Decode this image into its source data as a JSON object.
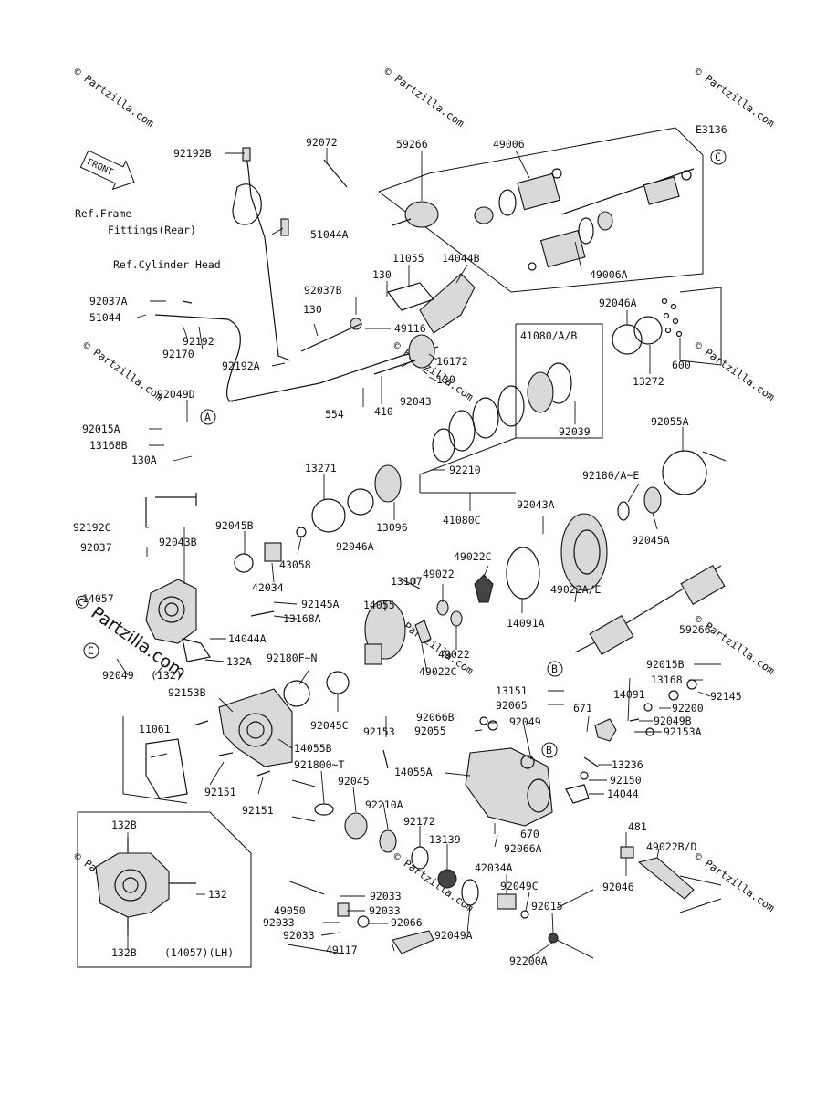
{
  "diagram_id": "E3136",
  "front_label": "FRONT",
  "watermark": "© Partzilla.com",
  "callout_circles": [
    "C",
    "A",
    "C",
    "B",
    "B"
  ],
  "ref_labels": {
    "frame_line1": "Ref.Frame",
    "frame_line2": "Fittings(Rear)",
    "cylinder_head": "Ref.Cylinder Head"
  },
  "inset_caption": "(14057)(LH)",
  "part_numbers": [
    "92192B",
    "92072",
    "59266",
    "49006",
    "51044A",
    "11055",
    "14044B",
    "130",
    "92037B",
    "130",
    "49116",
    "92037A",
    "51044",
    "92192",
    "92170",
    "92192A",
    "16172",
    "130",
    "554",
    "410",
    "92043",
    "49006A",
    "92046A",
    "13272",
    "600",
    "41080/A/B",
    "92039",
    "92049D",
    "92015A",
    "13168B",
    "130A",
    "92210",
    "41080C",
    "13271",
    "13096",
    "92055A",
    "92180/A~E",
    "92043A",
    "92046A",
    "92045A",
    "92192C",
    "92045B",
    "92037",
    "92043B",
    "43058",
    "42034",
    "13107",
    "49022C",
    "49022",
    "14055",
    "14057",
    "92145A",
    "13168A",
    "14044A",
    "132A",
    "92049",
    "(132)",
    "49022",
    "92180F~N",
    "49022A/E",
    "14091A",
    "59266",
    "92015B",
    "13168",
    "92145",
    "92200",
    "14091",
    "13151",
    "92065",
    "671",
    "92049B",
    "92153A",
    "92153B",
    "92045C",
    "92153",
    "92066B",
    "92055",
    "92049",
    "11061",
    "14055B",
    "921800~T",
    "92045",
    "14055A",
    "13236",
    "92150",
    "14044",
    "92151",
    "92151",
    "92210A",
    "92172",
    "670",
    "92066A",
    "481",
    "49022B/D",
    "13139",
    "42034A",
    "92046",
    "92033",
    "49050",
    "92033",
    "92033",
    "92033",
    "92066",
    "92049C",
    "92015",
    "49117",
    "92049A",
    "92200A",
    "49022C",
    "132B",
    "132",
    "132B"
  ]
}
